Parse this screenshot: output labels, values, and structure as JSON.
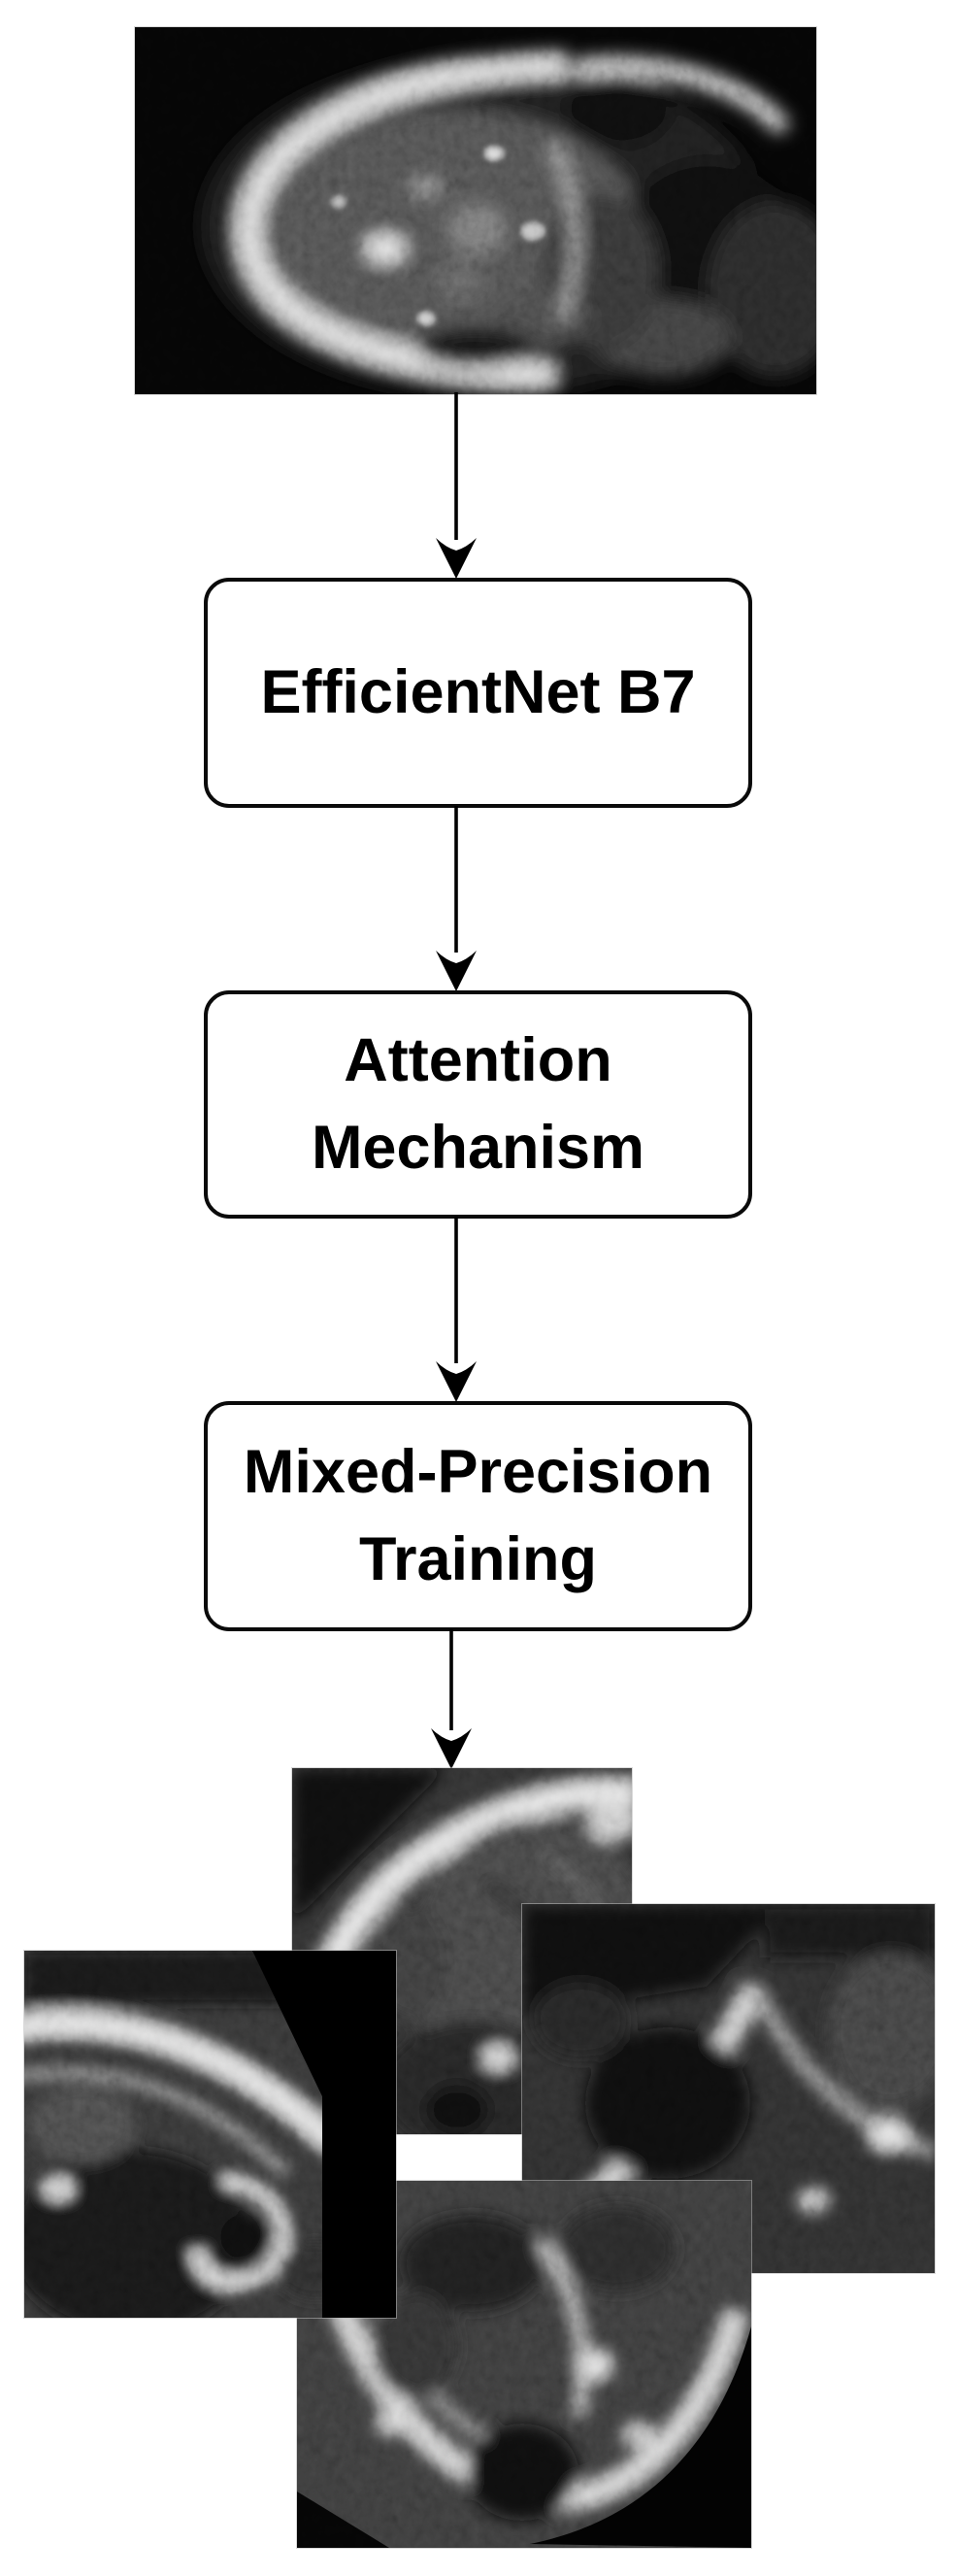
{
  "diagram": {
    "type": "flowchart",
    "direction": "top-down",
    "input_image": {
      "name": "mri-axial-scan",
      "description": "Axial MRI slice of a head and neck on a black background"
    },
    "nodes": [
      {
        "id": "efficientnet-b7",
        "label": "EfficientNet B7"
      },
      {
        "id": "attention-mechanism",
        "label": "Attention Mechanism"
      },
      {
        "id": "mixed-precision-training",
        "label": "Mixed-Precision Training"
      }
    ],
    "edges": [
      {
        "from": "mri-axial-scan",
        "to": "efficientnet-b7",
        "style": "arrow-down"
      },
      {
        "from": "efficientnet-b7",
        "to": "attention-mechanism",
        "style": "arrow-down"
      },
      {
        "from": "attention-mechanism",
        "to": "mixed-precision-training",
        "style": "arrow-down"
      },
      {
        "from": "mixed-precision-training",
        "to": "mri-patch-collage",
        "style": "arrow-down"
      }
    ],
    "output_collage": {
      "name": "mri-patch-collage",
      "description": "Four overlapping zoomed-in grayscale MRI patches",
      "patches": [
        {
          "name": "mri-patch-top-center",
          "description": "Zoomed MRI patch with bright diagonal skull band"
        },
        {
          "name": "mri-patch-right",
          "description": "Zoomed MRI patch with dark round region and bright streaks"
        },
        {
          "name": "mri-patch-left",
          "description": "Zoomed MRI patch with bright skull band and black corner wedge"
        },
        {
          "name": "mri-patch-bottom-center",
          "description": "Zoomed MRI patch of lower skull rim with black background corner"
        }
      ]
    },
    "style": {
      "node_fill": "#ffffff",
      "node_border_color": "#000000",
      "text_color": "#000000",
      "arrow_color": "#000000",
      "scan_background": "#000000",
      "page_background": "#ffffff"
    }
  }
}
